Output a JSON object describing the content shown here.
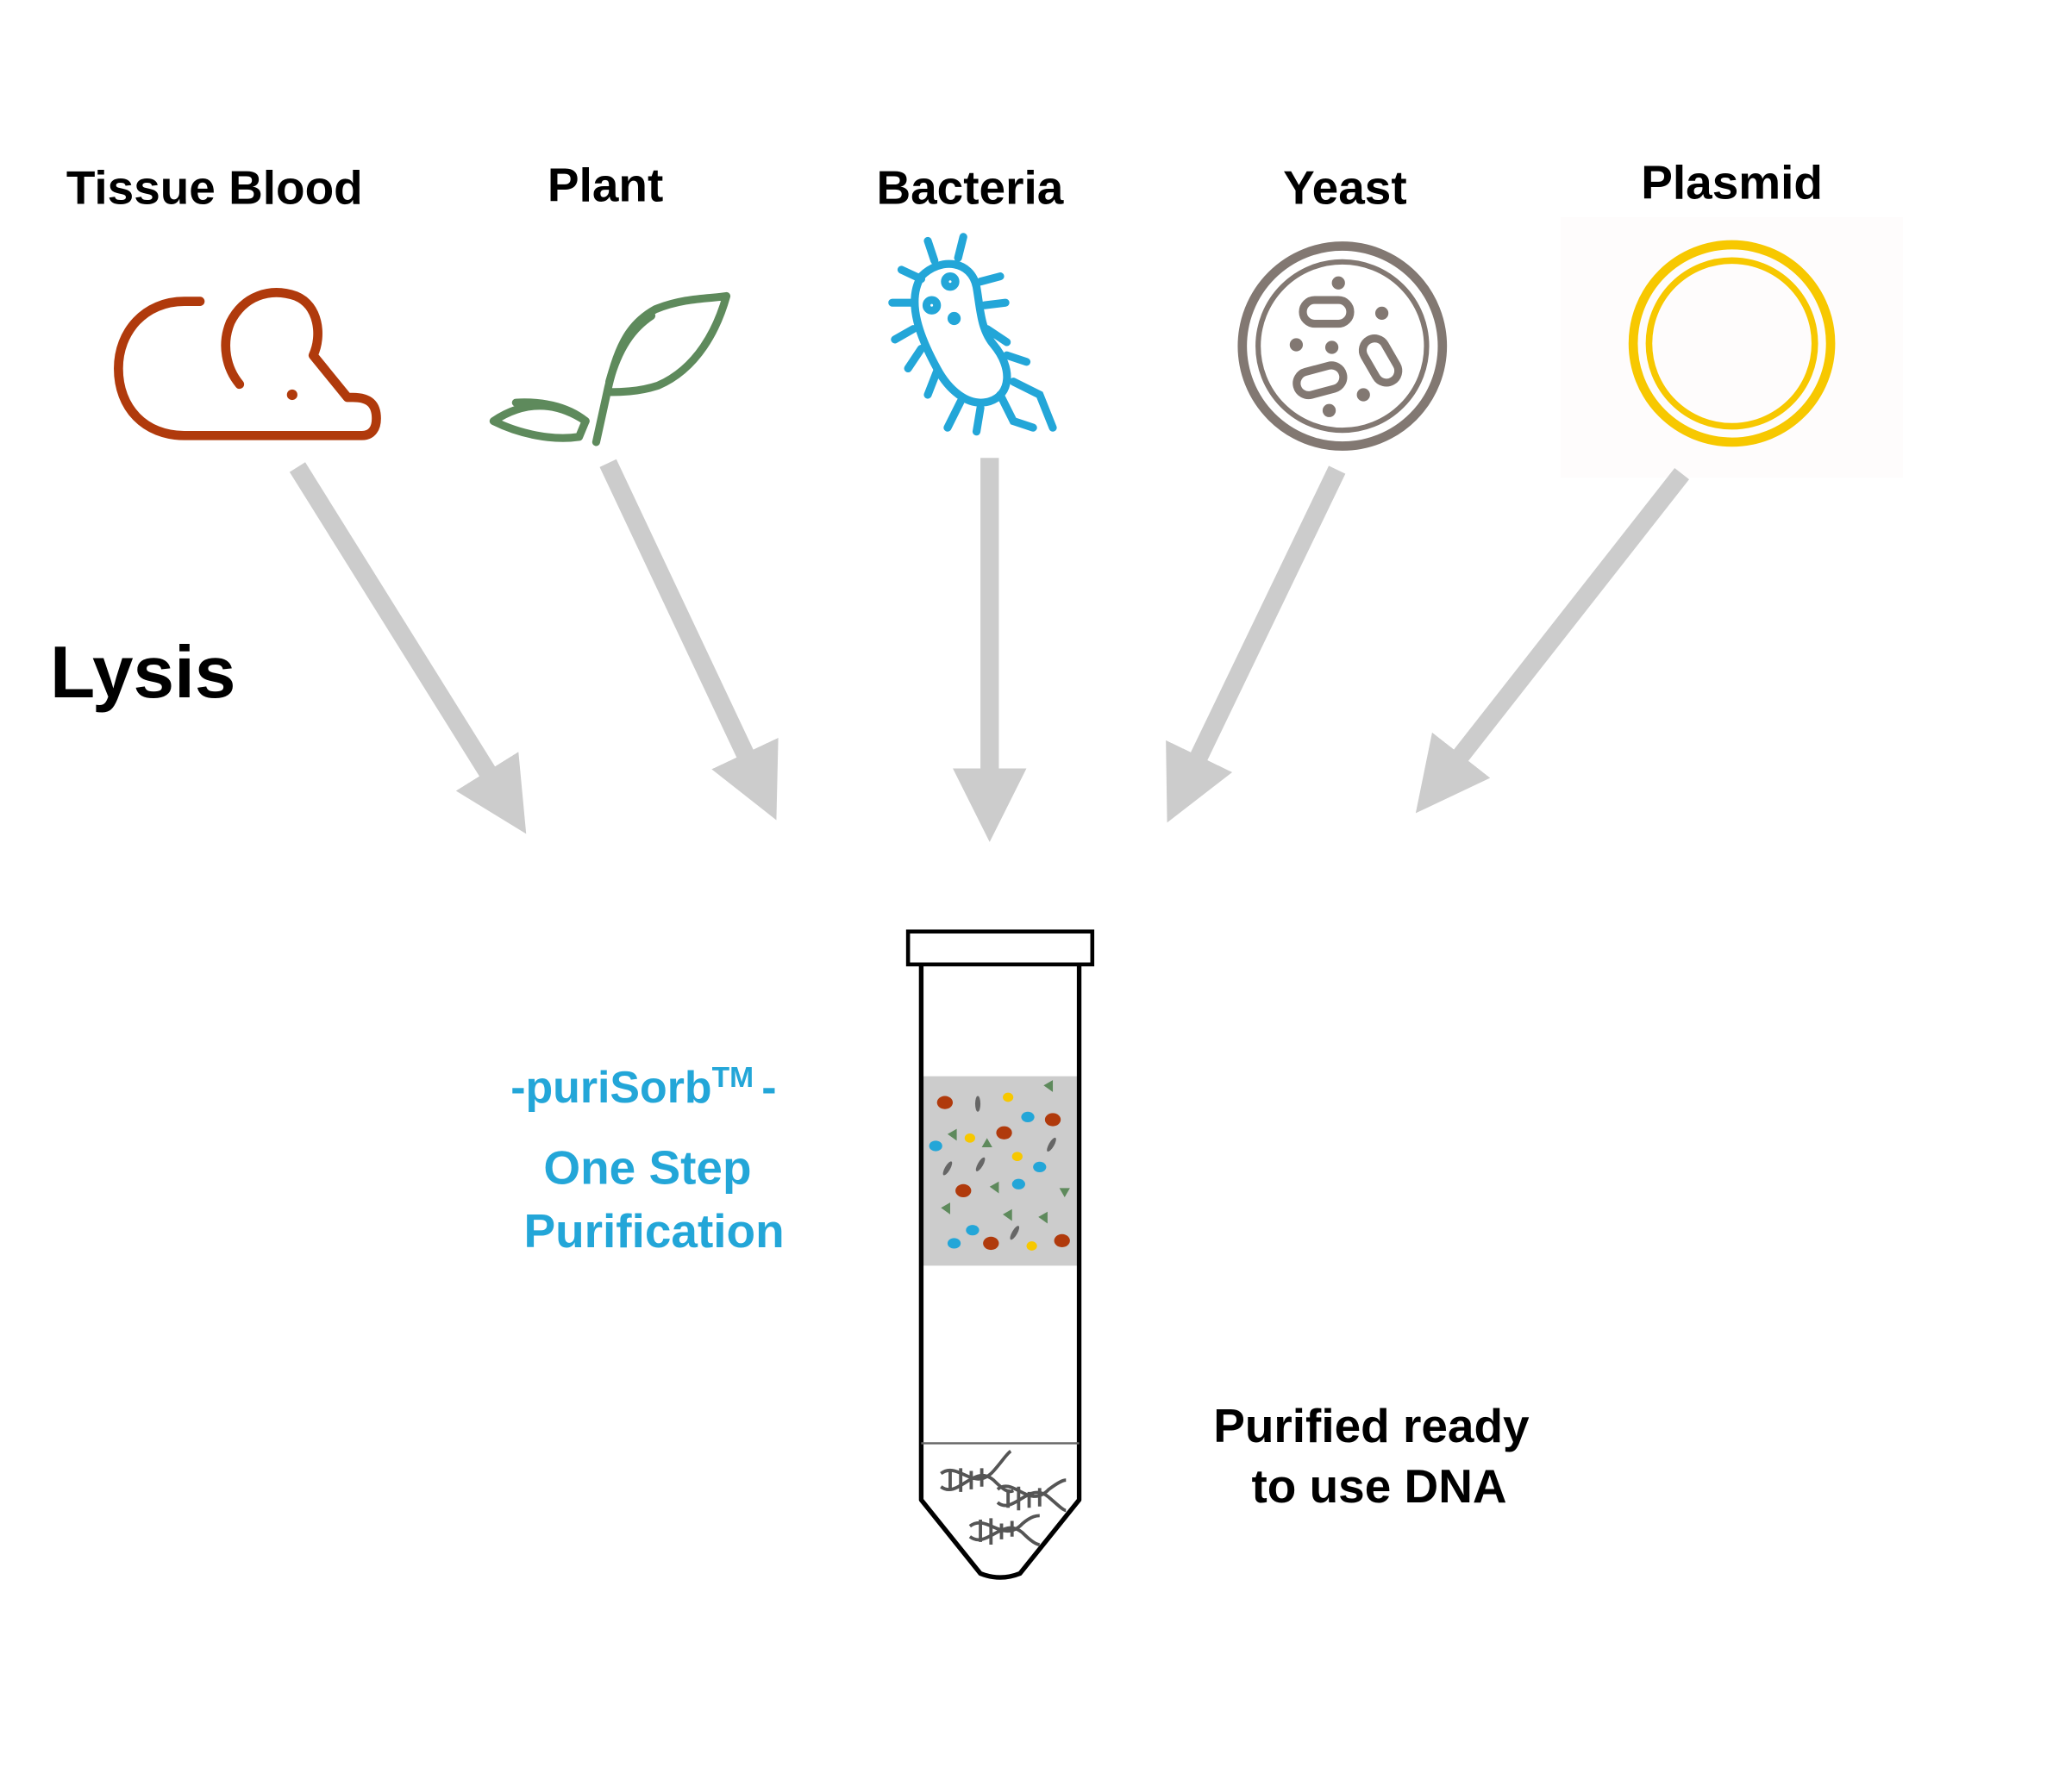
{
  "sources": [
    {
      "label": "Tissue Blood",
      "icon": "mouse-icon",
      "color": "#B03A0C"
    },
    {
      "label": "Plant",
      "icon": "leaf-icon",
      "color": "#5E8A5C"
    },
    {
      "label": "Bacteria",
      "icon": "bacteria-icon",
      "color": "#23A6D8"
    },
    {
      "label": "Yeast",
      "icon": "petri-dish-icon",
      "color": "#827872"
    },
    {
      "label": "Plasmid",
      "icon": "plasmid-ring-icon",
      "color": "#F7C800"
    }
  ],
  "step_label": "Lysis",
  "product": {
    "name": "-puriSorb",
    "trademark": "TM",
    "dash": "-",
    "line1": "One Step",
    "line2": "Purification",
    "color": "#23A6D8"
  },
  "result": {
    "line1": "Purified ready",
    "line2": "to use DNA"
  },
  "arrow_color": "#CCCCCC"
}
